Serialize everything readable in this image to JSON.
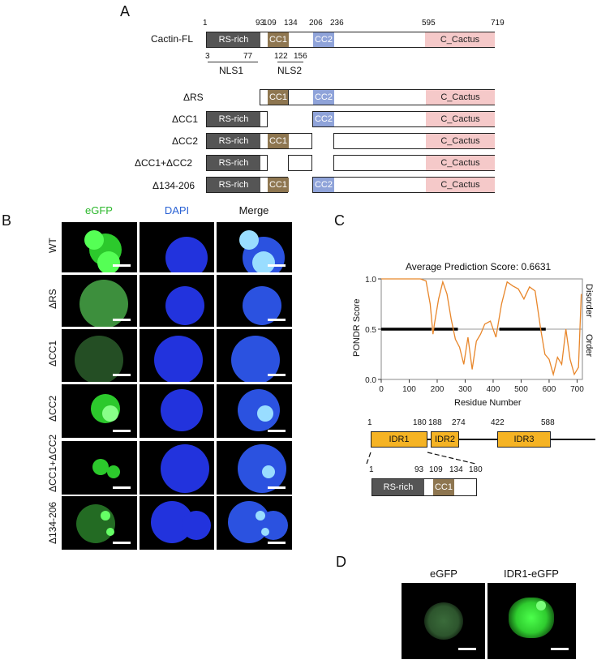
{
  "panels": {
    "a": "A",
    "b": "B",
    "c": "C",
    "d": "D"
  },
  "panelA": {
    "full_label": "Cactin-FL",
    "positions": [
      "1",
      "93",
      "109",
      "134",
      "206",
      "236",
      "595",
      "719"
    ],
    "domains": {
      "rs": "RS-rich",
      "cc1": "CC1",
      "cc2": "CC2",
      "cactus": "C_Cactus"
    },
    "nls": {
      "nls1_start": "3",
      "nls1_end": "77",
      "nls1": "NLS1",
      "nls2_start": "122",
      "nls2_end": "156",
      "nls2": "NLS2"
    },
    "constructs": [
      "ΔRS",
      "ΔCC1",
      "ΔCC2",
      "ΔCC1+ΔCC2",
      "Δ134-206"
    ]
  },
  "panelB": {
    "headers": [
      "eGFP",
      "DAPI",
      "Merge"
    ],
    "rows": [
      "WT",
      "ΔRS",
      "ΔCC1",
      "ΔCC2",
      "ΔCC1+ΔCC2",
      "Δ134-206"
    ]
  },
  "panelC": {
    "subtitle": "Average Prediction Score: 0.6631",
    "ylabel": "PONDR Score",
    "xlabel": "Residue Number",
    "right_top": "Disorder",
    "right_bottom": "Order",
    "yticks": [
      "1.0",
      "0.5",
      "0.0"
    ],
    "xticks": [
      "0",
      "100",
      "200",
      "300",
      "400",
      "500",
      "600",
      "700"
    ],
    "idr_positions": [
      "1",
      "180",
      "188",
      "274",
      "422",
      "588"
    ],
    "idrs": [
      "IDR1",
      "IDR2",
      "IDR3"
    ],
    "zoom_positions": [
      "1",
      "93",
      "109",
      "134",
      "180"
    ],
    "zoom_domains": {
      "rs": "RS-rich",
      "cc1": "CC1"
    }
  },
  "panelD": {
    "headers": [
      "eGFP",
      "IDR1-eGFP"
    ]
  },
  "chart_data": {
    "type": "line",
    "ylabel": "PONDR Score",
    "xlabel": "Residue Number",
    "xlim": [
      0,
      719
    ],
    "ylim": [
      0,
      1
    ],
    "series": [
      {
        "name": "",
        "x": [
          0,
          100,
          140,
          160,
          175,
          185,
          190,
          205,
          220,
          235,
          250,
          265,
          280,
          295,
          310,
          325,
          340,
          355,
          370,
          390,
          410,
          430,
          450,
          470,
          490,
          510,
          530,
          550,
          570,
          585,
          600,
          615,
          630,
          645,
          660,
          675,
          690,
          705,
          715
        ],
        "values": [
          1.0,
          1.0,
          1.0,
          0.98,
          0.75,
          0.45,
          0.55,
          0.8,
          0.97,
          0.85,
          0.6,
          0.4,
          0.32,
          0.15,
          0.42,
          0.1,
          0.38,
          0.45,
          0.55,
          0.58,
          0.42,
          0.75,
          0.97,
          0.93,
          0.9,
          0.8,
          0.92,
          0.88,
          0.5,
          0.25,
          0.2,
          0.05,
          0.22,
          0.15,
          0.5,
          0.2,
          0.05,
          0.12,
          0.85
        ]
      }
    ],
    "threshold": 0.5
  }
}
